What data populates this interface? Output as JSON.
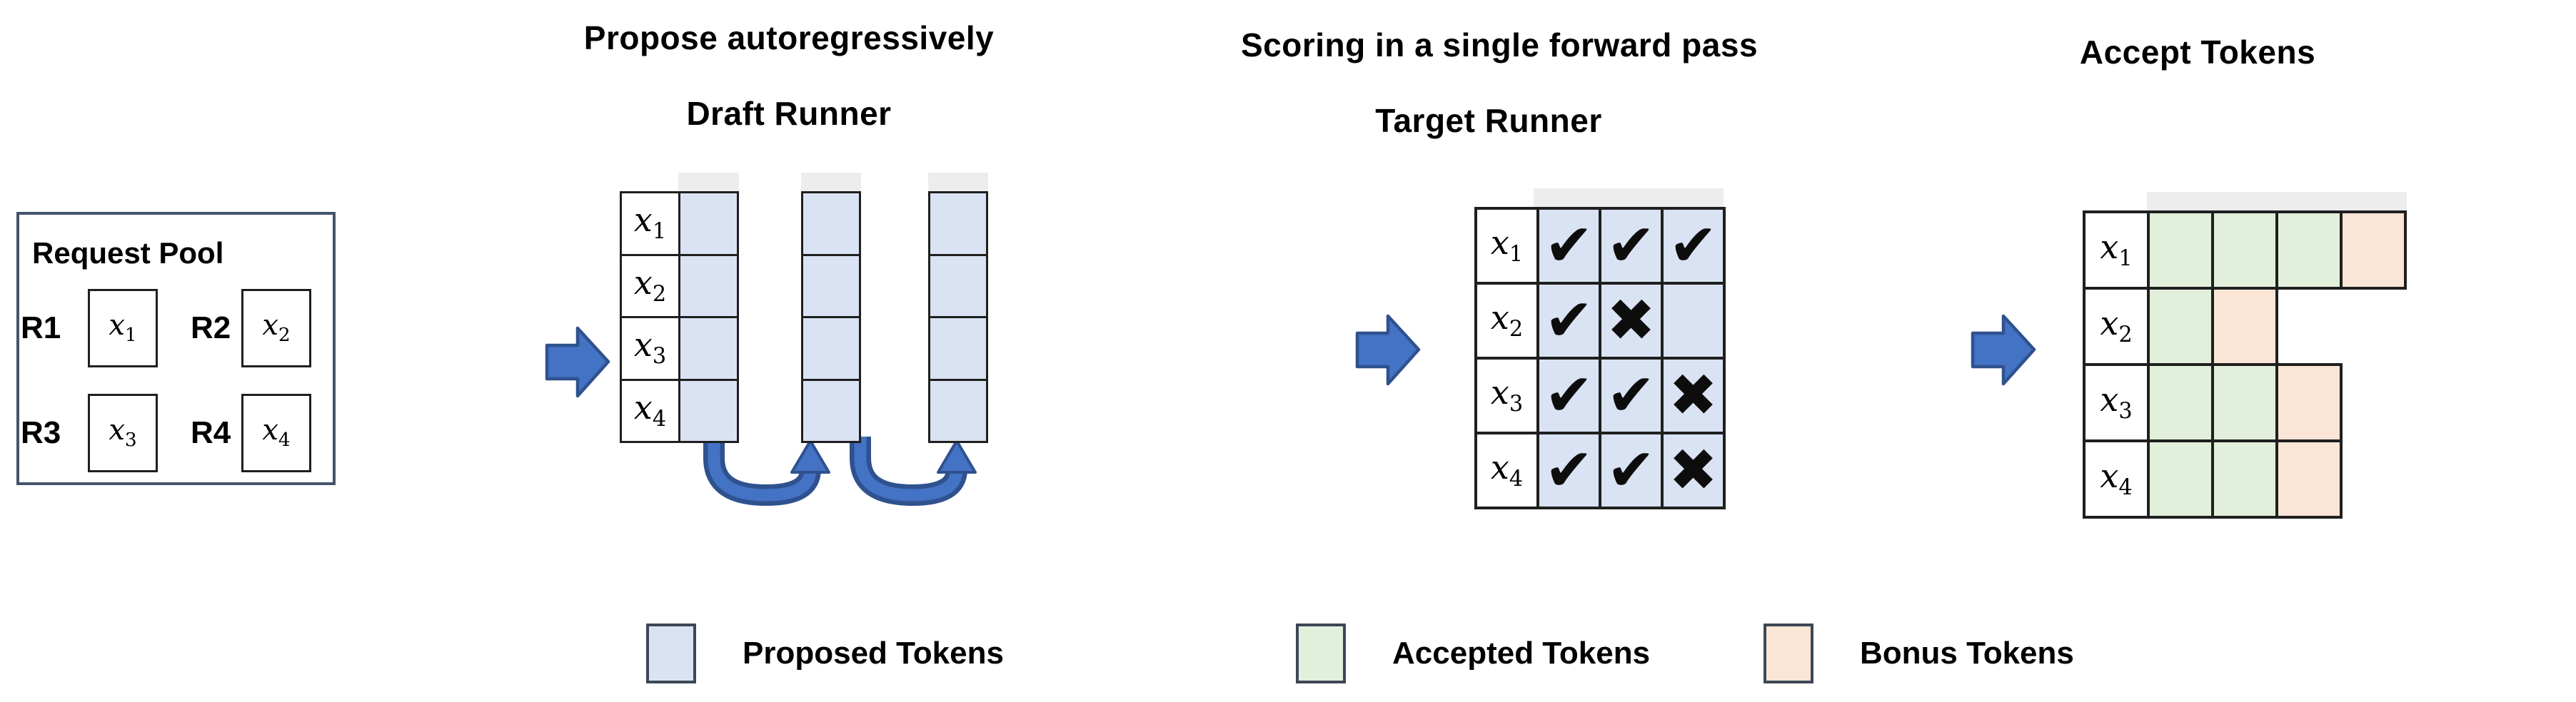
{
  "figure": {
    "draft_title": "Propose autoregressively",
    "draft_subtitle": "Draft Runner",
    "target_title": "Scoring in a single forward pass",
    "target_subtitle": "Target Runner",
    "accept_title": "Accept Tokens"
  },
  "tokens": [
    {
      "base": "x",
      "sub": "1"
    },
    {
      "base": "x",
      "sub": "2"
    },
    {
      "base": "x",
      "sub": "3"
    },
    {
      "base": "x",
      "sub": "4"
    }
  ],
  "request_pool": {
    "title": "Request Pool",
    "requests": [
      {
        "label": "R1",
        "token": 0
      },
      {
        "label": "R2",
        "token": 1
      },
      {
        "label": "R3",
        "token": 2
      },
      {
        "label": "R4",
        "token": 3
      }
    ]
  },
  "draft_runner": {
    "proposal_columns": 3
  },
  "target_runner": {
    "rows": [
      {
        "token": 0,
        "scores": [
          "check",
          "check",
          "check"
        ]
      },
      {
        "token": 1,
        "scores": [
          "check",
          "cross",
          ""
        ]
      },
      {
        "token": 2,
        "scores": [
          "check",
          "check",
          "cross"
        ]
      },
      {
        "token": 3,
        "scores": [
          "check",
          "check",
          "cross"
        ]
      }
    ]
  },
  "accept_tokens": {
    "rows": [
      {
        "token": 0,
        "cells": [
          "accepted",
          "accepted",
          "accepted",
          "bonus"
        ]
      },
      {
        "token": 1,
        "cells": [
          "accepted",
          "bonus"
        ]
      },
      {
        "token": 2,
        "cells": [
          "accepted",
          "accepted",
          "bonus"
        ]
      },
      {
        "token": 3,
        "cells": [
          "accepted",
          "accepted",
          "bonus"
        ]
      }
    ]
  },
  "legend": [
    {
      "key": "proposed",
      "label": "Proposed Tokens",
      "color": "#dae3f3"
    },
    {
      "key": "accepted",
      "label": "Accepted Tokens",
      "color": "#e2efda"
    },
    {
      "key": "bonus",
      "label": "Bonus Tokens",
      "color": "#fbe5d6"
    }
  ],
  "symbols": {
    "check": "✔",
    "cross": "✖"
  },
  "colors": {
    "proposed": "#dae3f3",
    "accepted": "#e2efda",
    "bonus": "#fbe5d6",
    "arrow_fill": "#4472c4",
    "arrow_outline": "#2f528f",
    "grid_line": "#1f1f1f",
    "pool_border": "#44546a"
  }
}
